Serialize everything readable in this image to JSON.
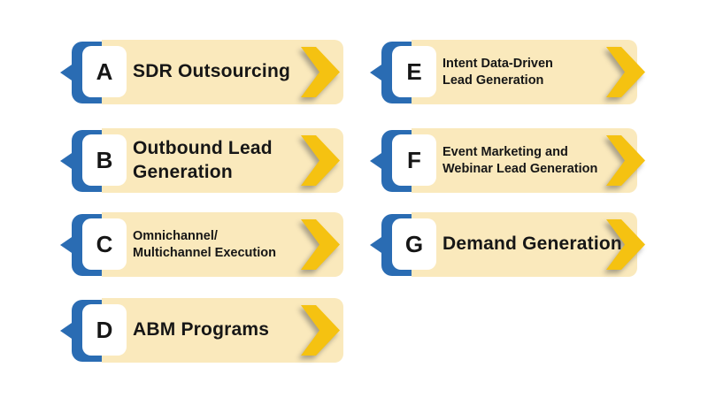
{
  "figure": {
    "background": "#ffffff",
    "description": "Seven lettered service banners arranged in two columns"
  },
  "colors": {
    "banner_cream": "#FAE9BC",
    "bracket_blue": "#2A6CB3",
    "chevron_yellow": "#F5C211",
    "chevron_shadow": "rgba(70,70,70,0.45)",
    "letter_box": "#FFFFFF",
    "text": "#161616"
  },
  "icons": {
    "left_notch": "left-arrow-notch",
    "right_chevron": "chevron-right"
  },
  "items": [
    {
      "letter": "A",
      "title": "SDR Outsourcing"
    },
    {
      "letter": "B",
      "title": "Outbound Lead\nGeneration"
    },
    {
      "letter": "C",
      "title": "Omnichannel/\nMultichannel Execution"
    },
    {
      "letter": "D",
      "title": "ABM Programs"
    },
    {
      "letter": "E",
      "title": "Intent Data-Driven\nLead Generation"
    },
    {
      "letter": "F",
      "title": "Event Marketing and\nWebinar Lead Generation"
    },
    {
      "letter": "G",
      "title": "Demand Generation"
    }
  ]
}
